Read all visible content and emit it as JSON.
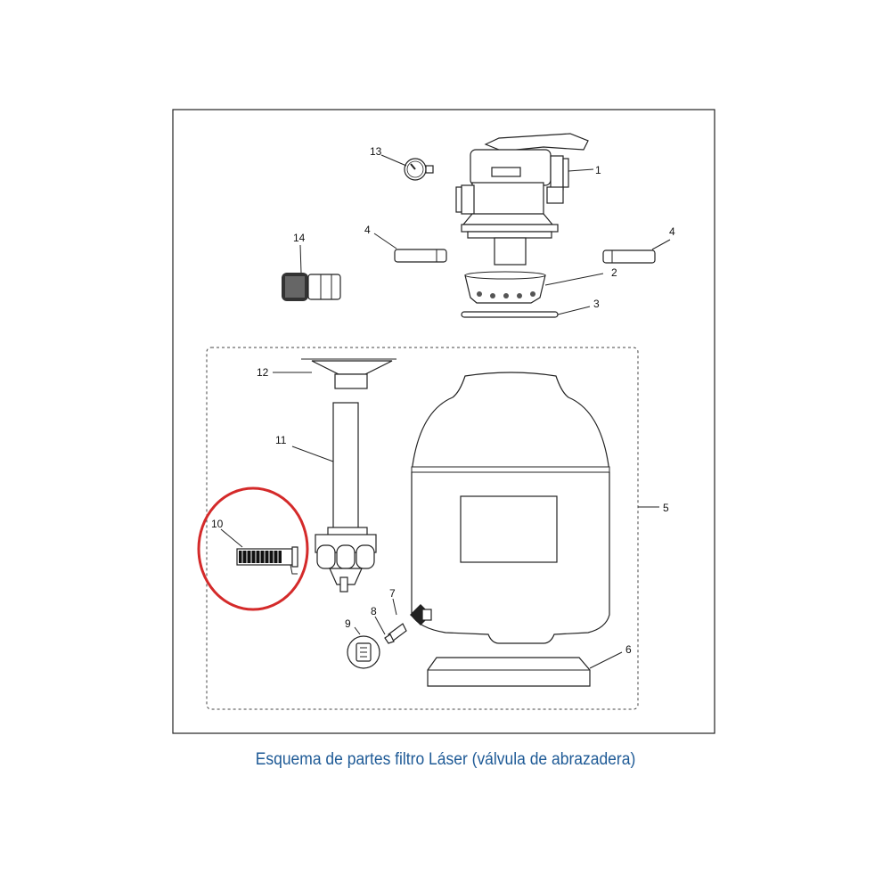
{
  "caption": "Esquema de partes filtro Láser (válvula de abrazadera)",
  "colors": {
    "caption": "#1e5a96",
    "highlight": "#d42a2a",
    "line": "#222222"
  },
  "labels": {
    "p1": "1",
    "p2": "2",
    "p3": "3",
    "p4a": "4",
    "p4b": "4",
    "p5": "5",
    "p6": "6",
    "p7": "7",
    "p8": "8",
    "p9": "9",
    "p10": "10",
    "p11": "11",
    "p12": "12",
    "p13": "13",
    "p14": "14"
  },
  "highlighted_part": "10"
}
